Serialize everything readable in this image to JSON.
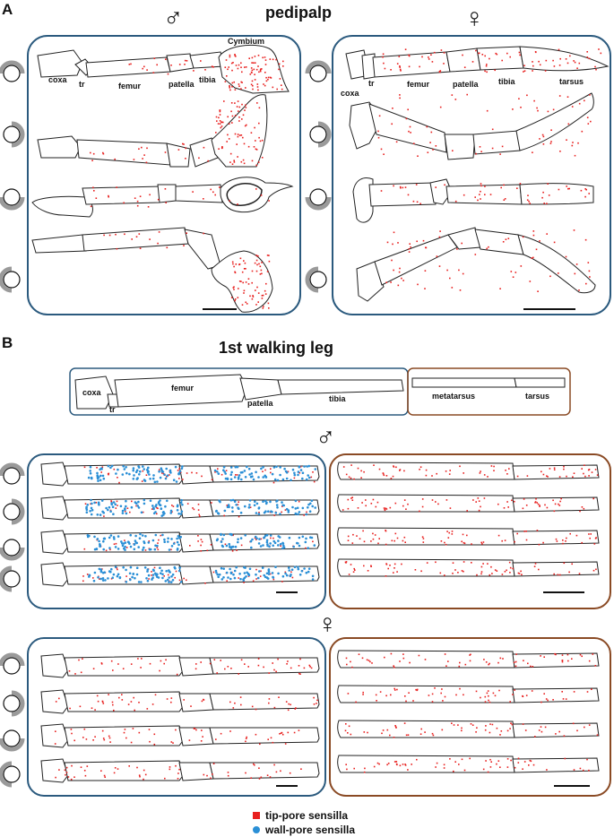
{
  "panel_a": {
    "letter": "A",
    "title": "pedipalp",
    "male_symbol": "♂",
    "female_symbol": "♀",
    "male_labels": {
      "cymbium": "Cymbium",
      "coxa": "coxa",
      "tr": "tr",
      "femur": "femur",
      "patella": "patella",
      "tibia": "tibia"
    },
    "female_labels": {
      "coxa": "coxa",
      "tr": "tr",
      "femur": "femur",
      "patella": "patella",
      "tibia": "tibia",
      "tarsus": "tarsus"
    }
  },
  "panel_b": {
    "letter": "B",
    "title": "1st walking leg",
    "schematic_labels": {
      "coxa": "coxa",
      "tr": "tr",
      "femur": "femur",
      "patella": "patella",
      "tibia": "tibia",
      "metatarsus": "metatarsus",
      "tarsus": "tarsus"
    },
    "male_symbol": "♂",
    "female_symbol": "♀"
  },
  "legend": {
    "tip_pore": "tip-pore sensilla",
    "wall_pore": "wall-pore sensilla"
  },
  "colors": {
    "frame_blue": "#2b5a7e",
    "frame_brown": "#8a4a24",
    "tip_pore": "#e8201f",
    "wall_pore": "#2a8fd6",
    "orientation_icon": "#9a9a9a"
  }
}
